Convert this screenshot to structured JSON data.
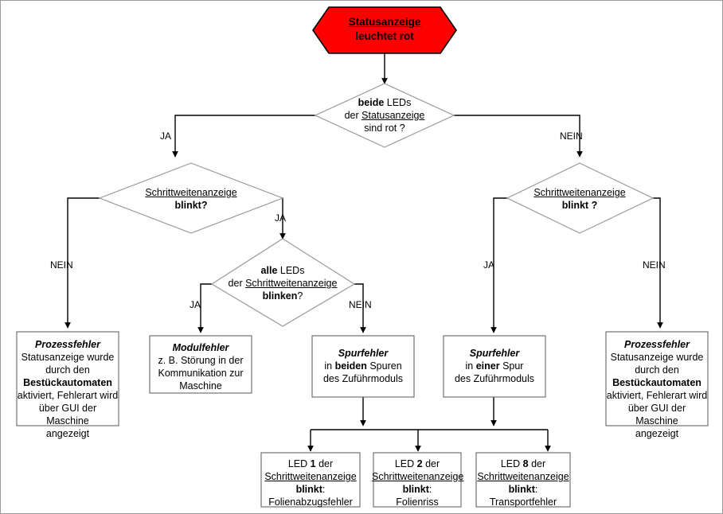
{
  "diagram": {
    "title": "Statusanzeige leuchtet rot - Fehlerdiagnose Flussdiagramm",
    "accent_red": "#FF0000",
    "stroke_dark": "#000000",
    "stroke_light": "#999999",
    "border": "#9a9a9a"
  },
  "start": {
    "line1": "Statusanzeige",
    "line2": "leuchtet rot"
  },
  "decisions": {
    "d1": {
      "l1_bold": "beide",
      "l1_rest": " LEDs",
      "l2_pre": "der ",
      "l2_underline": "Statusanzeige",
      "l3": "sind rot ?"
    },
    "d2": {
      "l1_underline": "Schrittweitenanzeige",
      "l2_bold": "blinkt?"
    },
    "d3": {
      "l1_underline": "Schrittweitenanzeige",
      "l2_bold": "blinkt ?"
    },
    "d4": {
      "l1_bold": "alle",
      "l1_rest": " LEDs",
      "l2_pre": "der ",
      "l2_underline": "Schrittweitenanzeige",
      "l3_bold": "blinken",
      "l3_rest": "?"
    }
  },
  "edge_labels": {
    "d1_ja": "JA",
    "d1_nein": "NEIN",
    "d2_ja": "JA",
    "d2_nein": "NEIN",
    "d3_ja": "JA",
    "d3_nein": "NEIN",
    "d4_ja": "JA",
    "d4_nein": "NEIN"
  },
  "results": {
    "prozessfehler_left": {
      "title": "Prozessfehler",
      "l1": "Statusanzeige wurde",
      "l2": "durch den",
      "l3_bold": "Bestückautomaten",
      "l4": "aktiviert, Fehlerart wird",
      "l5": "über GUI der Maschine",
      "l6": "angezeigt"
    },
    "modulfehler": {
      "title": "Modulfehler",
      "l1": "z. B. Störung in der",
      "l2": "Kommunikation zur",
      "l3": "Maschine"
    },
    "spurfehler_beide": {
      "title": "Spurfehler",
      "l1_pre": "in ",
      "l1_bold": "beiden",
      "l1_post": " Spuren",
      "l2": "des Zuführmoduls"
    },
    "spurfehler_eine": {
      "title": "Spurfehler",
      "l1_pre": "in ",
      "l1_bold": "einer",
      "l1_post": " Spur",
      "l2": "des Zuführmoduls"
    },
    "prozessfehler_right": {
      "title": "Prozessfehler",
      "l1": "Statusanzeige wurde",
      "l2": "durch den",
      "l3_bold": "Bestückautomaten",
      "l4": "aktiviert, Fehlerart wird",
      "l5": "über GUI der Maschine",
      "l6": "angezeigt"
    }
  },
  "led_results": [
    {
      "l1_pre": "LED ",
      "l1_bold": "1",
      "l1_post": " der",
      "l2_underline": "Schrittweitenanzeige",
      "l3_bold": "blinkt",
      "l3_post": ":",
      "l4": "Folienabzugsfehler"
    },
    {
      "l1_pre": "LED ",
      "l1_bold": "2",
      "l1_post": " der",
      "l2_underline": "Schrittweitenanzeige",
      "l3_bold": "blinkt",
      "l3_post": ":",
      "l4": "Folienriss"
    },
    {
      "l1_pre": "LED ",
      "l1_bold": "8",
      "l1_post": " der",
      "l2_underline": "Schrittweitenanzeige",
      "l3_bold": "blinkt",
      "l3_post": ":",
      "l4": "Transportfehler"
    }
  ]
}
